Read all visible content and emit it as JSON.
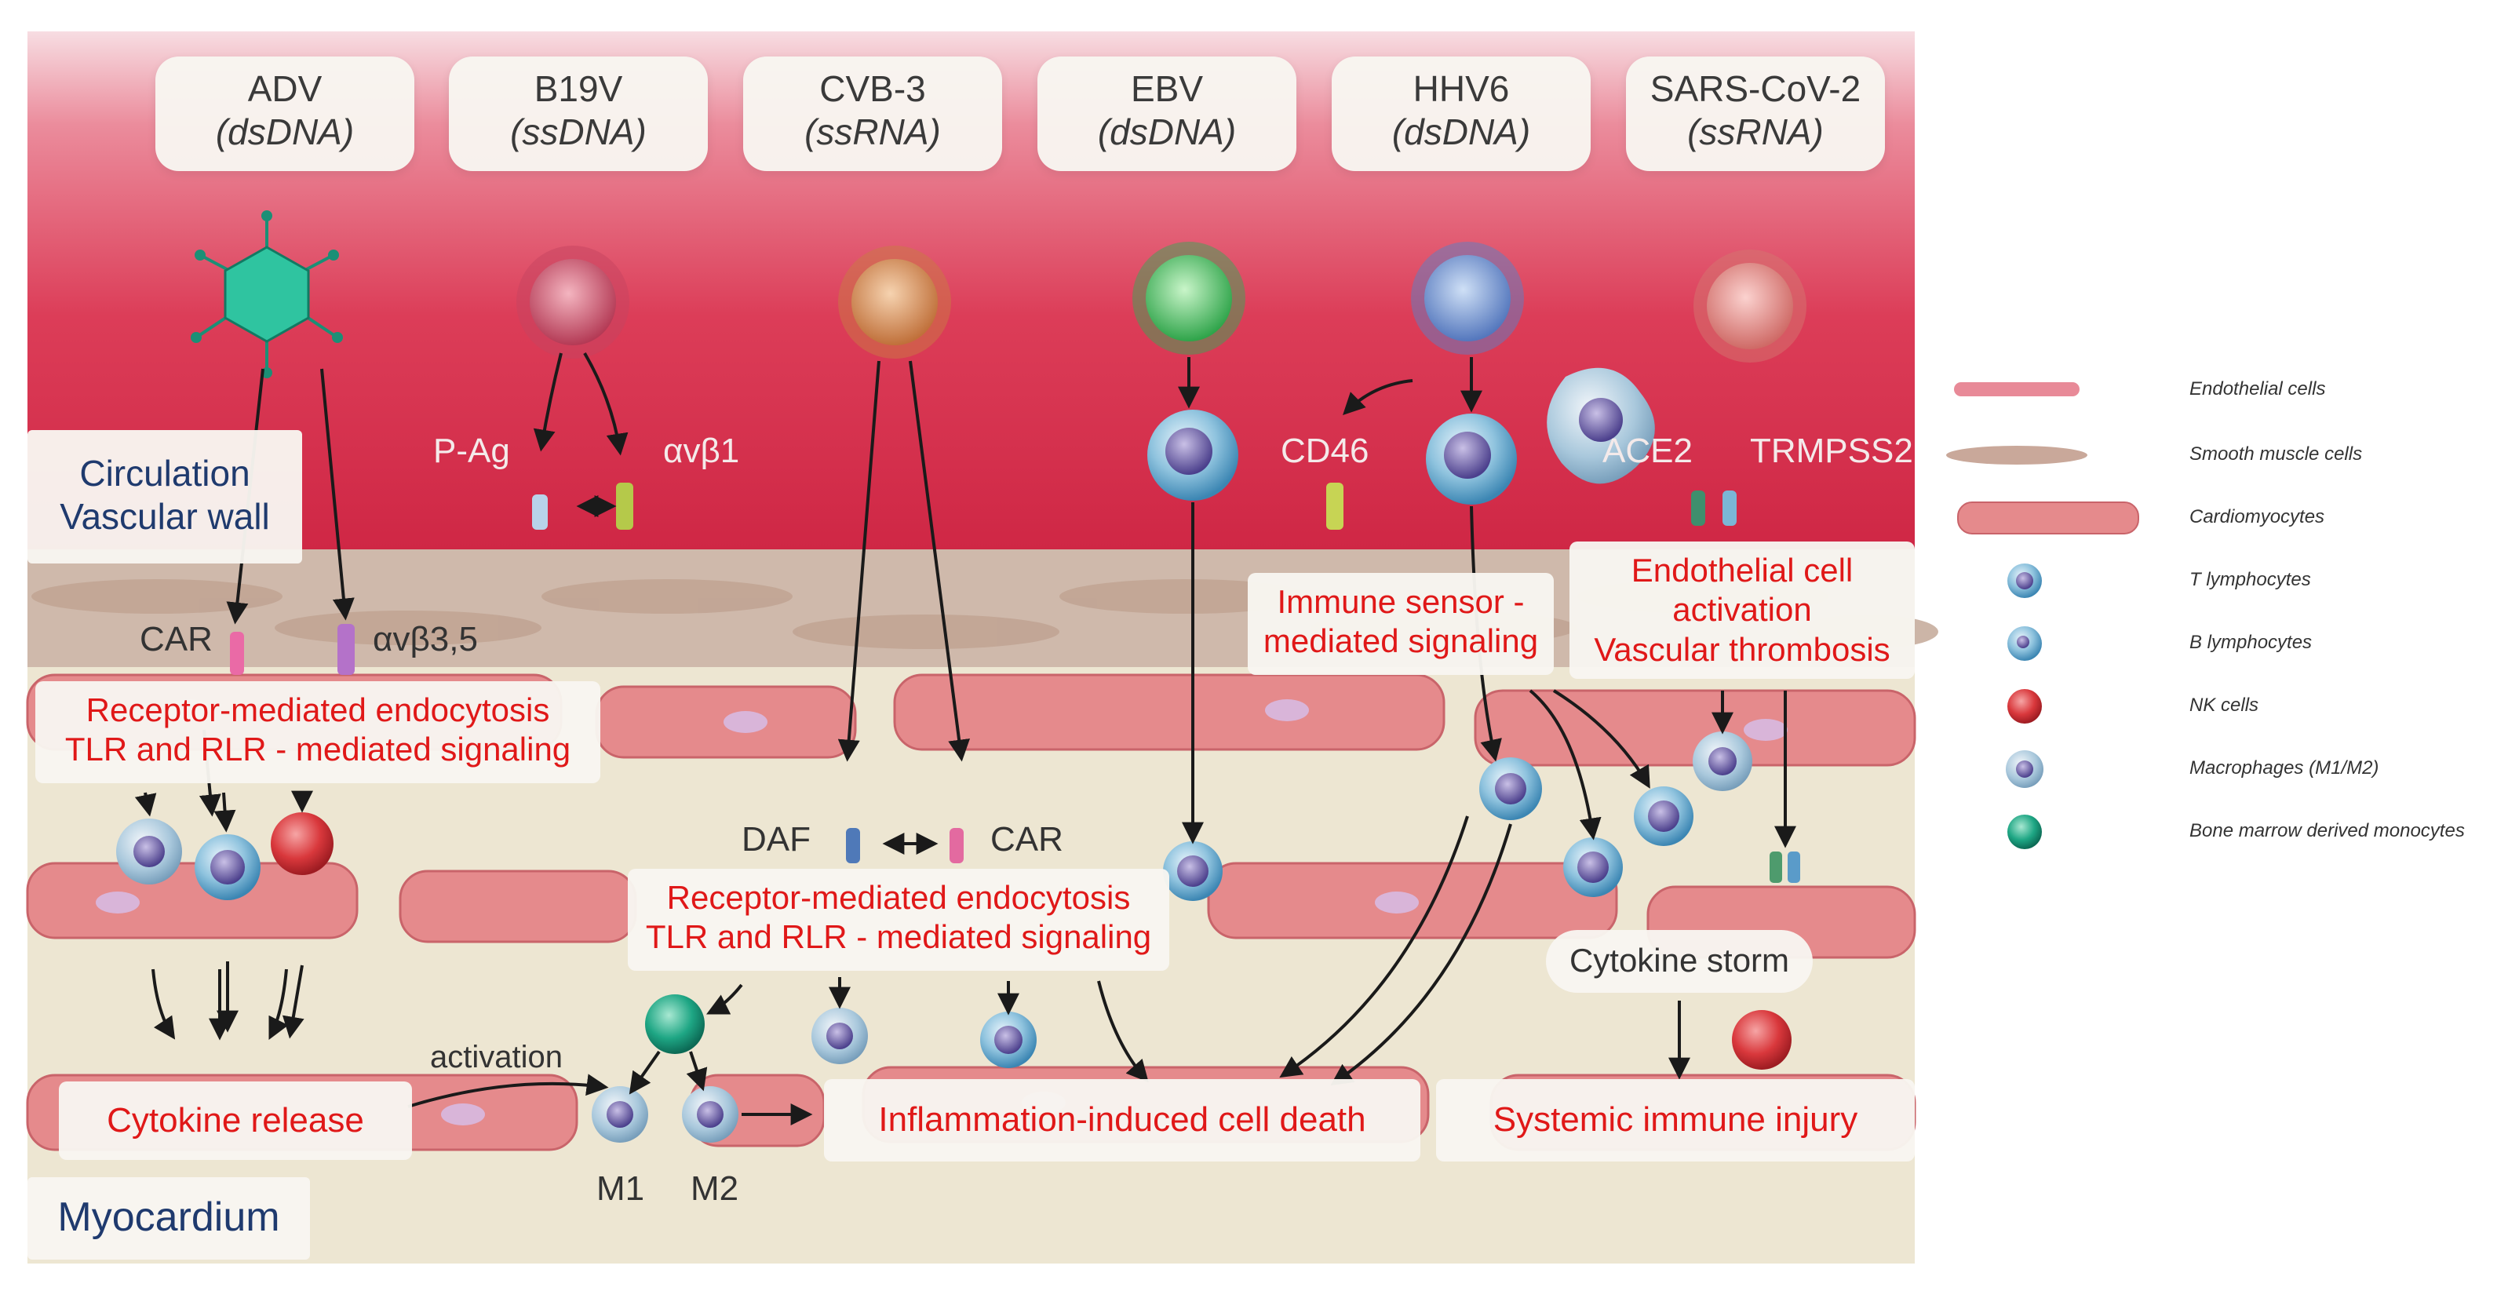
{
  "viruses": [
    {
      "name": "ADV",
      "type": "(dsDNA)"
    },
    {
      "name": "B19V",
      "type": "(ssDNA)"
    },
    {
      "name": "CVB-3",
      "type": "(ssRNA)"
    },
    {
      "name": "EBV",
      "type": "(dsDNA)"
    },
    {
      "name": "HHV6",
      "type": "(dsDNA)"
    },
    {
      "name": "SARS-CoV-2",
      "type": "(ssRNA)"
    }
  ],
  "regions": {
    "circulation": "Circulation",
    "vascular_wall": "Vascular wall",
    "myocardium": "Myocardium"
  },
  "receptors": {
    "p_ag": "P-Ag",
    "avb1": "αvβ1",
    "cd46": "CD46",
    "ace2": "ACE2",
    "trmpss2": "TRMPSS2",
    "car_top": "CAR",
    "avb35": "αvβ3,5",
    "daf": "DAF",
    "car_mid": "CAR"
  },
  "processes": {
    "rme_1_line1": "Receptor-mediated endocytosis",
    "rme_1_line2": "TLR and RLR - mediated signaling",
    "rme_2_line1": "Receptor-mediated endocytosis",
    "rme_2_line2": "TLR and RLR - mediated signaling",
    "immune_line1": "Immune sensor -",
    "immune_line2": "mediated signaling",
    "endo_line1": "Endothelial cell",
    "endo_line2": "activation",
    "endo_line3": "Vascular thrombosis",
    "cytokine_storm": "Cytokine storm",
    "cytokine_release": "Cytokine release",
    "activation": "activation",
    "m1": "M1",
    "m2": "M2",
    "cell_death": "Inflammation-induced cell death",
    "systemic": "Systemic immune injury"
  },
  "legend": [
    {
      "label": "Endothelial cells",
      "icon": "endothelial-cell-icon"
    },
    {
      "label": "Smooth muscle cells",
      "icon": "smooth-muscle-cell-icon"
    },
    {
      "label": "Cardiomyocytes",
      "icon": "cardiomyocyte-icon"
    },
    {
      "label": "T lymphocytes",
      "icon": "t-lymphocyte-icon"
    },
    {
      "label": "B lymphocytes",
      "icon": "b-lymphocyte-icon"
    },
    {
      "label": "NK cells",
      "icon": "nk-cell-icon"
    },
    {
      "label": "Macrophages (M1/M2)",
      "icon": "macrophage-icon"
    },
    {
      "label": "Bone marrow derived monocytes",
      "icon": "monocyte-icon"
    }
  ],
  "colors": {
    "endothelium": "#d9334d",
    "smooth_muscle": "#cbb3a5",
    "tissue_bg": "#ede6d2",
    "cardiomyocyte": "#e58a8c",
    "label_red": "#e01818",
    "label_blue": "#1f3a6e"
  }
}
